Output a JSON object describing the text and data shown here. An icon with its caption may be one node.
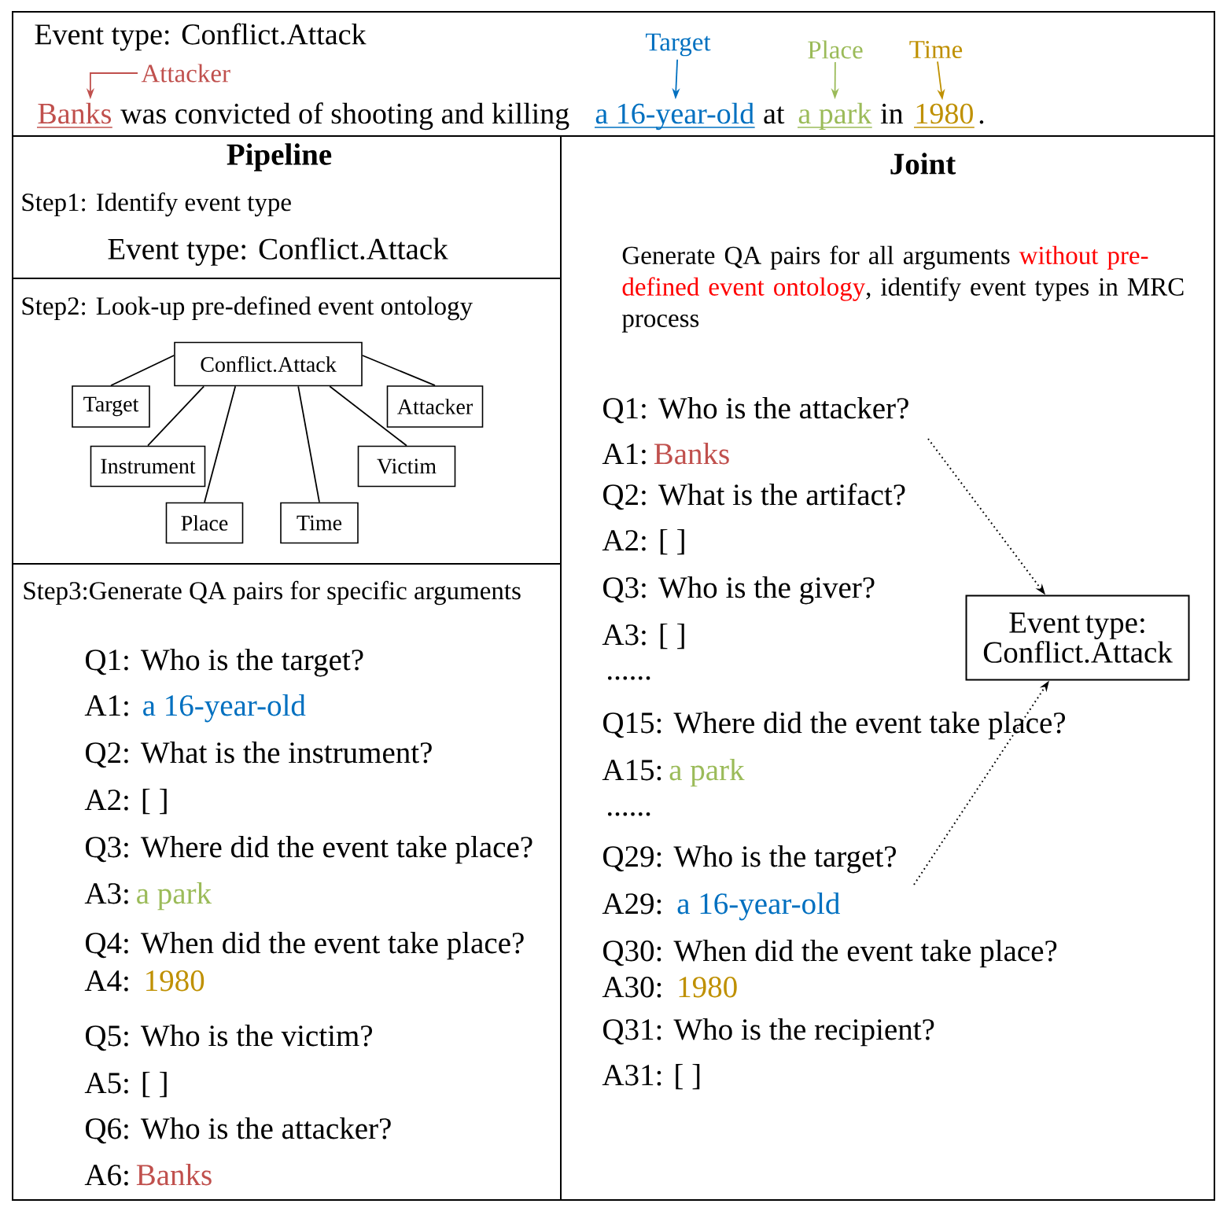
{
  "diagram": {
    "nodes": [
      {
        "text": [
          "Event type: Conflict.Attack"
        ]
      },
      {
        "text": [
          "Banks"
        ],
        "in": 0
      },
      {
        "text": [
          "a 16-year-old"
        ],
        "in": 0
      },
      {
        "text": [
          "a park"
        ],
        "in": 0
      },
      {
        "text": [
          "1980"
        ],
        "in": 0
      },
      {
        "text": [
          "Attacker"
        ],
        "in": 0
      },
      {
        "text": [
          "Target"
        ],
        "in": 0
      },
      {
        "text": [
          "Place"
        ],
        "in": 0
      },
      {
        "text": [
          "Time"
        ],
        "in": 0
      },
      {
        "text": [
          "Pipeline"
        ]
      },
      {
        "text": [
          "Step1: Identify event type",
          "Event type: Conflict.Attack"
        ],
        "in": 9
      },
      {
        "text": [
          "Step2: Look-up pre-defined event ontology"
        ],
        "in": 9
      },
      {
        "text": [
          "Conflict.Attack"
        ],
        "in": 11
      },
      {
        "text": [
          "Target"
        ],
        "in": 11
      },
      {
        "text": [
          "Attacker"
        ],
        "in": 11
      },
      {
        "text": [
          "Instrument"
        ],
        "in": 11
      },
      {
        "text": [
          "Victim"
        ],
        "in": 11
      },
      {
        "text": [
          "Place"
        ],
        "in": 11
      },
      {
        "text": [
          "Time"
        ],
        "in": 11
      },
      {
        "text": [
          "Step3:Generate QA pairs for specific arguments"
        ],
        "in": 9
      },
      {
        "text": [
          "Joint",
          "Generate QA pairs for all arguments",
          "without pre-defined event ontology",
          ", identify event types in MRC process"
        ]
      },
      {
        "text": [
          "Event type: Conflict.Attack"
        ],
        "in": 20
      }
    ],
    "edges": [
      {
        "from": 5,
        "to": 1,
        "arrow": "to",
        "color": "#c0504d"
      },
      {
        "from": 6,
        "to": 2,
        "arrow": "to",
        "color": "#0070c0"
      },
      {
        "from": 7,
        "to": 3,
        "arrow": "to",
        "color": "#9bbb59"
      },
      {
        "from": 8,
        "to": 4,
        "arrow": "to",
        "color": "#bf9000"
      },
      {
        "from": 12,
        "to": 13,
        "arrow": "none"
      },
      {
        "from": 12,
        "to": 14,
        "arrow": "none"
      },
      {
        "from": 12,
        "to": 15,
        "arrow": "none"
      },
      {
        "from": 12,
        "to": 16,
        "arrow": "none"
      },
      {
        "from": 12,
        "to": 17,
        "arrow": "none"
      },
      {
        "from": 12,
        "to": 18,
        "arrow": "none"
      },
      {
        "from": null,
        "to": 21,
        "arrow": "to",
        "style": "dashed"
      },
      {
        "from": null,
        "to": 21,
        "arrow": "to",
        "style": "dashed"
      }
    ],
    "labels": [
      "was convicted of shooting and killing",
      "at",
      "in",
      ".",
      "Q1: Who is the target?",
      "A1:",
      "a 16-year-old",
      "Q2: What is the instrument?",
      "A2: [ ]",
      "Q3: Where did the event take place?",
      "A3:",
      "a park",
      "Q4: When did the event take place?",
      "A4:",
      "1980",
      "Q5: Who is the victim?",
      "A5: [ ]",
      "Q6: Who is the attacker?",
      "A6:",
      "Banks",
      "Q1: Who is the attacker?",
      "A1:",
      "Banks",
      "Q2: What is the artifact?",
      "A2: [ ]",
      "Q3: Who is the giver?",
      "A3: [ ]",
      "......",
      "Q15: Where did the event take place?",
      "A15:",
      "a park",
      "......",
      "Q29: Who is the target?",
      "A29:",
      "a 16-year-old",
      "Q30: When did the event take place?",
      "A30:",
      "1980",
      "Q31: Who is the recipient?",
      "A31: [ ]"
    ]
  }
}
